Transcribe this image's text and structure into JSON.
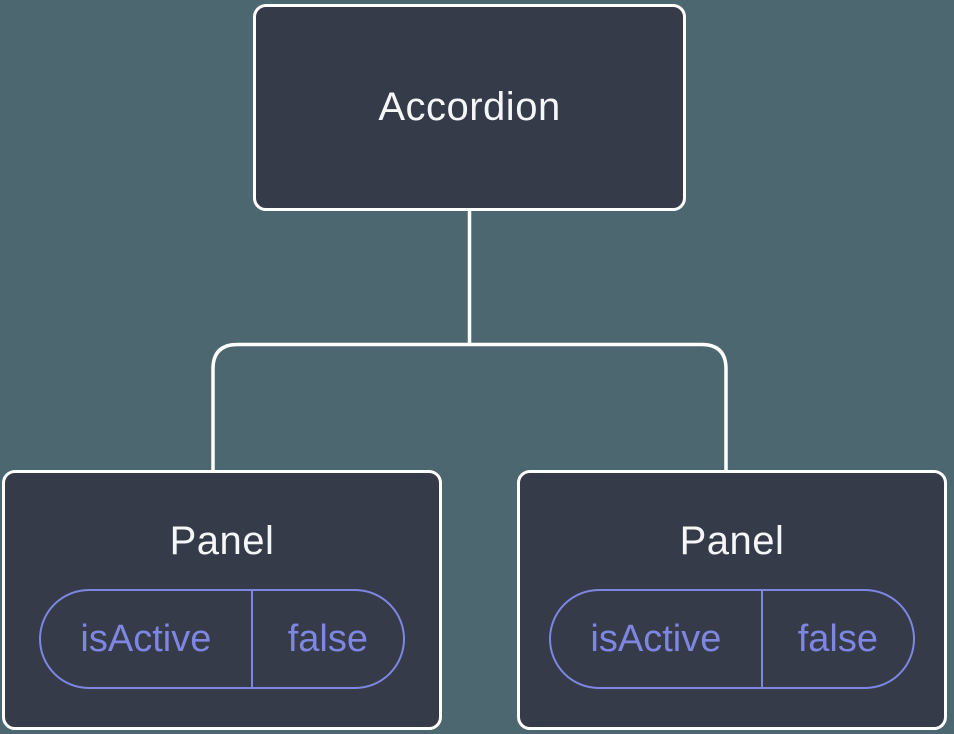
{
  "diagram": {
    "root_node": {
      "label": "Accordion"
    },
    "children": [
      {
        "label": "Panel",
        "prop": {
          "name": "isActive",
          "value": "false"
        }
      },
      {
        "label": "Panel",
        "prop": {
          "name": "isActive",
          "value": "false"
        }
      }
    ],
    "colors": {
      "background": "#4D6770",
      "node_fill": "#353B48",
      "node_border": "#FFFFFF",
      "connector": "#FFFFFF",
      "accent": "#7F86E2",
      "title_color": "#F5F6F8"
    }
  }
}
